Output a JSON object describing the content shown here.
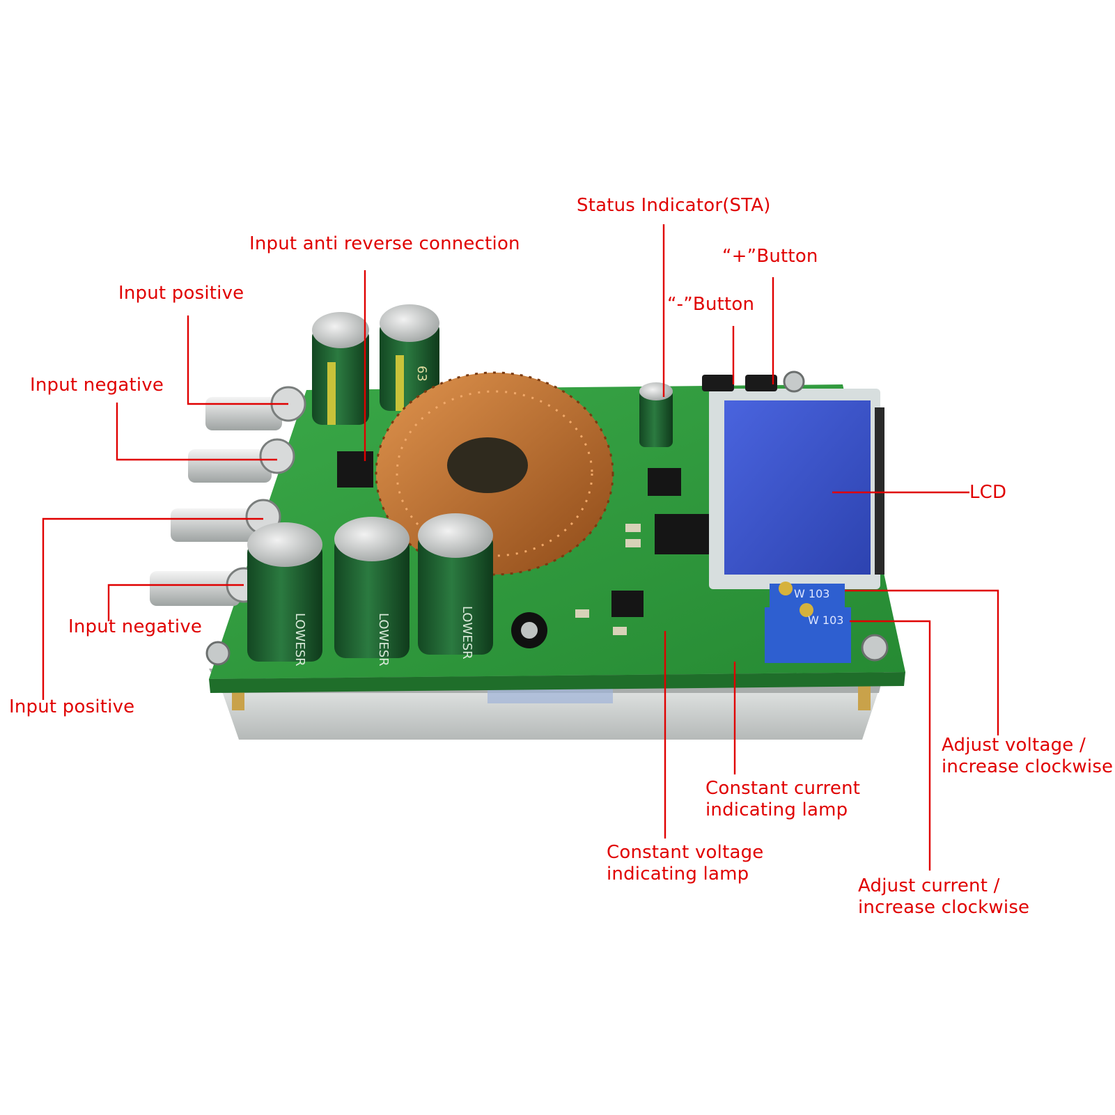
{
  "colors": {
    "label": "#e00000",
    "pcb": "#2f9a3c",
    "heatsink": "#c9cccb",
    "copper": "#c2702c",
    "lcd": "#3a52c8",
    "cap_body": "#1d5a2e"
  },
  "board_print": {
    "cap_marking": "63",
    "cap_brand": "LOWESR",
    "pot_marking": "W 103"
  },
  "labels": {
    "input_anti_reverse": "Input anti reverse connection",
    "status_indicator": "Status Indicator(STA)",
    "plus_button": "“+”Button",
    "minus_button": "“-”Button",
    "input_positive_top": "Input positive",
    "input_negative_top": "Input negative",
    "input_negative_bottom": "Input negative",
    "input_positive_bottom": "Input positive",
    "lcd": "LCD",
    "adjust_voltage": [
      "Adjust voltage /",
      "increase clockwise"
    ],
    "constant_current": [
      "Constant current",
      "indicating lamp"
    ],
    "constant_voltage": [
      "Constant voltage",
      "indicating lamp"
    ],
    "adjust_current": [
      "Adjust current /",
      "increase clockwise"
    ]
  }
}
